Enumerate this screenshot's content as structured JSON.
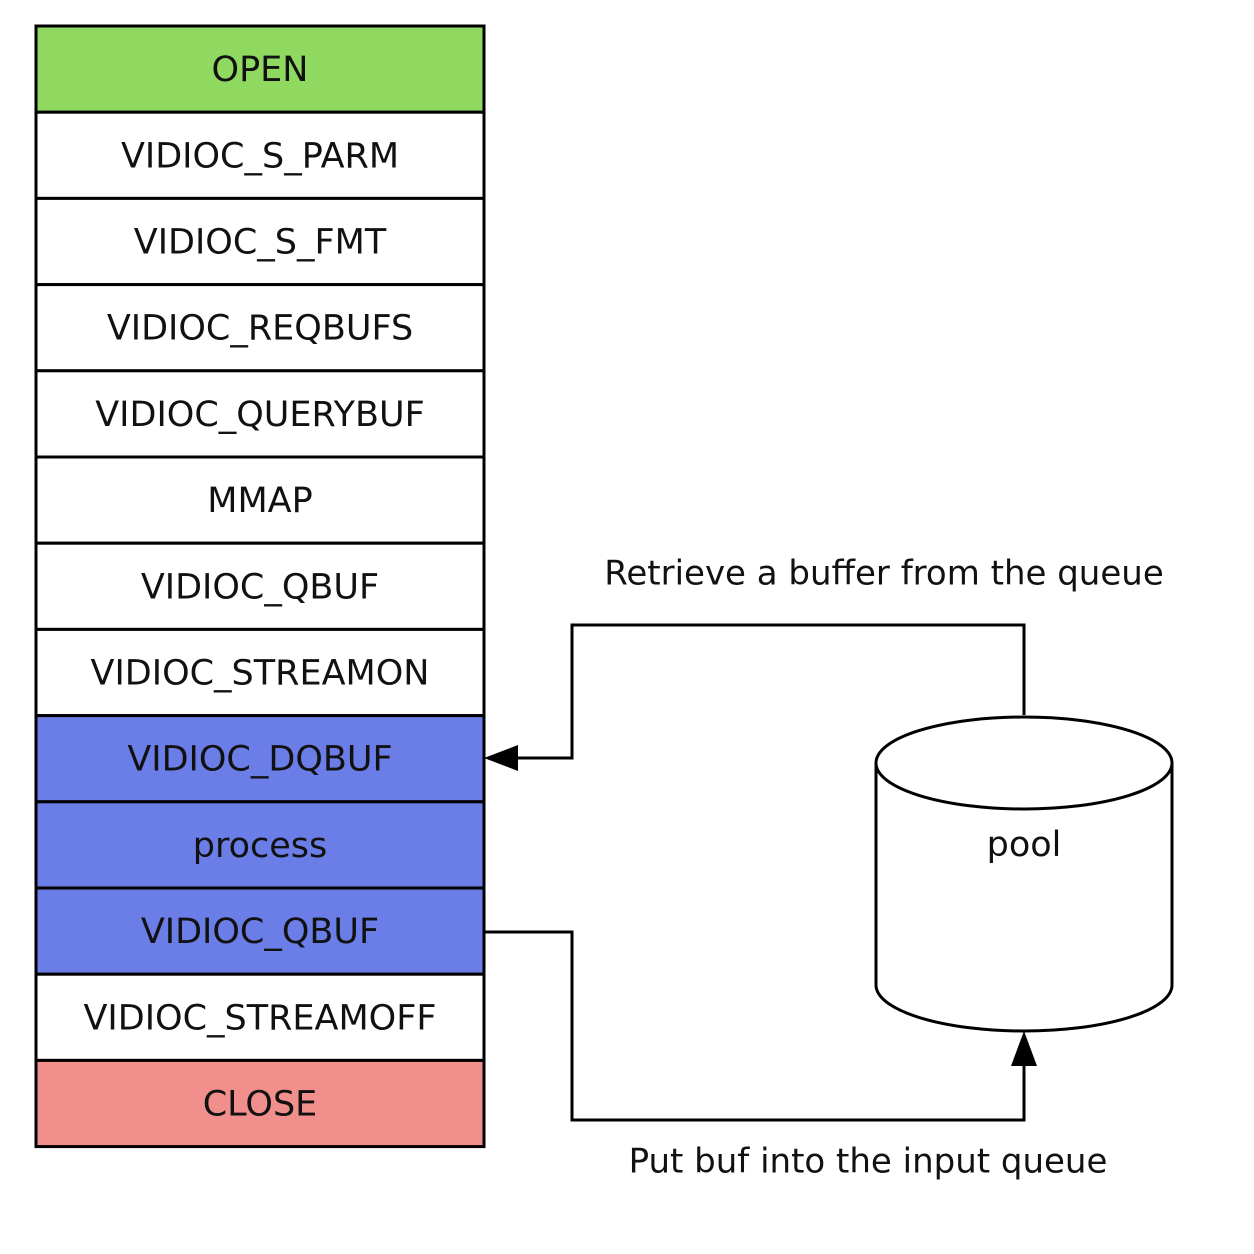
{
  "steps": [
    {
      "label": "OPEN",
      "color": "#90d961"
    },
    {
      "label": "VIDIOC_S_PARM",
      "color": "#ffffff"
    },
    {
      "label": "VIDIOC_S_FMT",
      "color": "#ffffff"
    },
    {
      "label": "VIDIOC_REQBUFS",
      "color": "#ffffff"
    },
    {
      "label": "VIDIOC_QUERYBUF",
      "color": "#ffffff"
    },
    {
      "label": "MMAP",
      "color": "#ffffff"
    },
    {
      "label": "VIDIOC_QBUF",
      "color": "#ffffff"
    },
    {
      "label": "VIDIOC_STREAMON",
      "color": "#ffffff"
    },
    {
      "label": "VIDIOC_DQBUF",
      "color": "#6b7de6"
    },
    {
      "label": "process",
      "color": "#6b7de6"
    },
    {
      "label": "VIDIOC_QBUF",
      "color": "#6b7de6"
    },
    {
      "label": "VIDIOC_STREAMOFF",
      "color": "#ffffff"
    },
    {
      "label": "CLOSE",
      "color": "#f08f8c"
    }
  ],
  "pool": {
    "label": "pool"
  },
  "captions": {
    "retrieve": "Retrieve a buffer from the queue",
    "put": "Put buf into the input queue"
  }
}
